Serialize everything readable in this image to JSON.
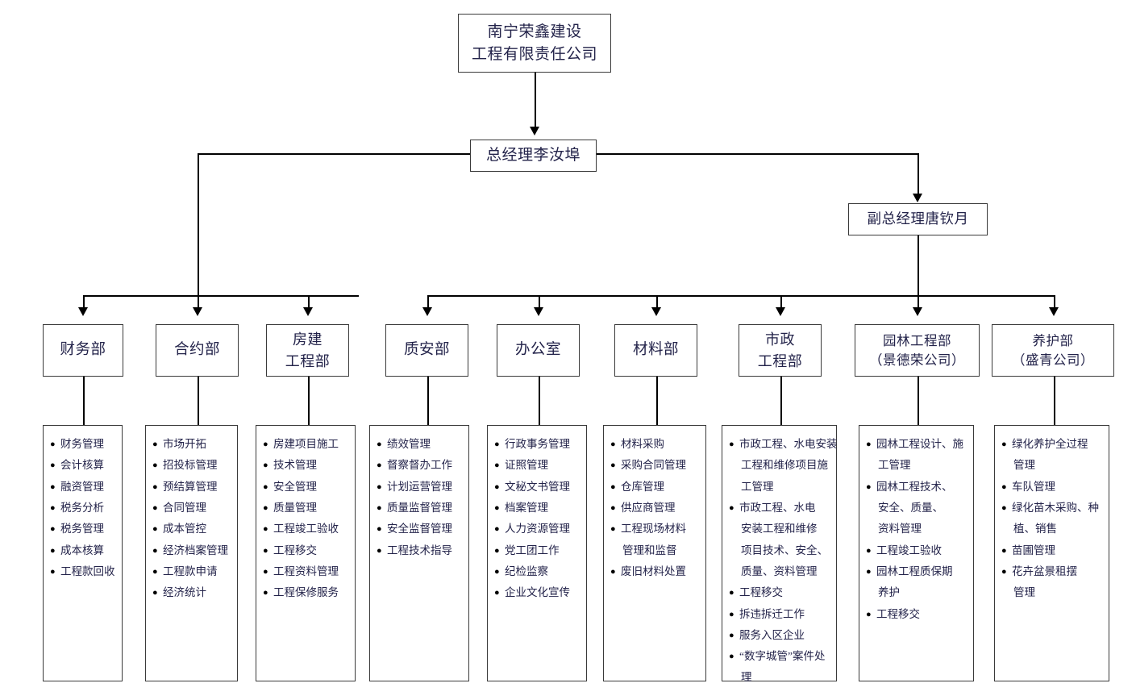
{
  "org": {
    "root": {
      "lines": [
        "南宁荣鑫建设",
        "工程有限责任公司"
      ]
    },
    "gm": {
      "lines": [
        "总经理李汝埠"
      ]
    },
    "vgm": {
      "lines": [
        "副总经理唐钦月"
      ]
    },
    "departments": [
      {
        "id": "finance",
        "name_lines": [
          "财务部"
        ],
        "duties": [
          [
            "财务管理"
          ],
          [
            "会计核算"
          ],
          [
            "融资管理"
          ],
          [
            "税务分析"
          ],
          [
            "税务管理"
          ],
          [
            "成本核算"
          ],
          [
            "工程款回收"
          ]
        ]
      },
      {
        "id": "contract",
        "name_lines": [
          "合约部"
        ],
        "duties": [
          [
            "市场开拓"
          ],
          [
            "招投标管理"
          ],
          [
            "预结算管理"
          ],
          [
            "合同管理"
          ],
          [
            "成本管控"
          ],
          [
            "经济档案管理"
          ],
          [
            "工程款申请"
          ],
          [
            "经济统计"
          ]
        ]
      },
      {
        "id": "building-engineering",
        "name_lines": [
          "房建",
          "工程部"
        ],
        "duties": [
          [
            "房建项目施工"
          ],
          [
            "技术管理"
          ],
          [
            "安全管理"
          ],
          [
            "质量管理"
          ],
          [
            "工程竣工验收"
          ],
          [
            "工程移交"
          ],
          [
            "工程资料管理"
          ],
          [
            "工程保修服务"
          ]
        ]
      },
      {
        "id": "quality-safety",
        "name_lines": [
          "质安部"
        ],
        "duties": [
          [
            "绩效管理"
          ],
          [
            "督察督办工作"
          ],
          [
            "计划运营管理"
          ],
          [
            "质量监督管理"
          ],
          [
            "安全监督管理"
          ],
          [
            "工程技术指导"
          ]
        ]
      },
      {
        "id": "office",
        "name_lines": [
          "办公室"
        ],
        "duties": [
          [
            "行政事务管理"
          ],
          [
            "证照管理"
          ],
          [
            "文秘文书管理"
          ],
          [
            "档案管理"
          ],
          [
            "人力资源管理"
          ],
          [
            "党工团工作"
          ],
          [
            "纪检监察"
          ],
          [
            "企业文化宣传"
          ]
        ]
      },
      {
        "id": "materials",
        "name_lines": [
          "材料部"
        ],
        "duties": [
          [
            "材料采购"
          ],
          [
            "采购合同管理"
          ],
          [
            "仓库管理"
          ],
          [
            "供应商管理"
          ],
          [
            "工程现场材料",
            "管理和监督"
          ],
          [
            "废旧材料处置"
          ]
        ]
      },
      {
        "id": "municipal-engineering",
        "name_lines": [
          "市政",
          "工程部"
        ],
        "duties": [
          [
            "市政工程、水电安装",
            "工程和维修项目施",
            "工管理"
          ],
          [
            "市政工程、水电",
            "安装工程和维修",
            "项目技术、安全、",
            "质量、资料管理"
          ],
          [
            "工程移交"
          ],
          [
            "拆违拆迁工作"
          ],
          [
            "服务入区企业"
          ],
          [
            "“数字城管”案件处",
            "理"
          ]
        ]
      },
      {
        "id": "landscape-engineering",
        "name_lines": [
          "园林工程部",
          "（景德荣公司）"
        ],
        "duties": [
          [
            "园林工程设计、施",
            "工管理"
          ],
          [
            "园林工程技术、",
            "安全、质量、",
            "资料管理"
          ],
          [
            "工程竣工验收"
          ],
          [
            "园林工程质保期",
            "养护"
          ],
          [
            "工程移交"
          ]
        ]
      },
      {
        "id": "maintenance",
        "name_lines": [
          "养护部",
          "（盛青公司）"
        ],
        "duties": [
          [
            "绿化养护全过程",
            "管理"
          ],
          [
            "车队管理"
          ],
          [
            "绿化苗木采购、种",
            "植、销售"
          ],
          [
            "苗圃管理"
          ],
          [
            "花卉盆景租摆",
            "管理"
          ]
        ]
      }
    ]
  },
  "style": {
    "line_color": "#000000",
    "box_border_color": "#3a3a3a",
    "text_color": "#23234a",
    "background": "#ffffff",
    "bullet": "●"
  }
}
